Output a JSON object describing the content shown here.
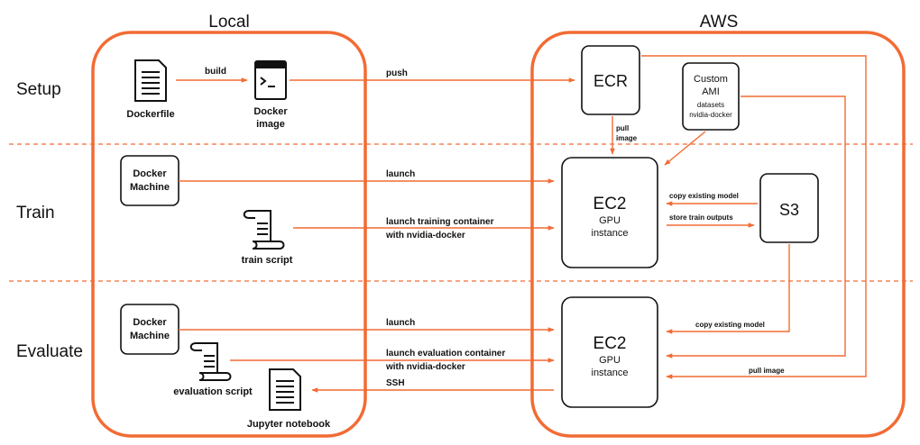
{
  "panels": {
    "local": "Local",
    "aws": "AWS"
  },
  "rows": {
    "setup": "Setup",
    "train": "Train",
    "evaluate": "Evaluate"
  },
  "local": {
    "dockerfile": "Dockerfile",
    "docker_image_l1": "Docker",
    "docker_image_l2": "image",
    "docker_machine_train_l1": "Docker",
    "docker_machine_train_l2": "Machine",
    "train_script": "train script",
    "docker_machine_eval_l1": "Docker",
    "docker_machine_eval_l2": "Machine",
    "evaluation_script": "evaluation script",
    "jupyter_notebook": "Jupyter notebook"
  },
  "aws": {
    "ecr": "ECR",
    "ami_l1": "Custom",
    "ami_l2": "AMI",
    "ami_l3": "datasets",
    "ami_l4": "nvidia-docker",
    "ec2_train": "EC2",
    "ec2_train_gpu": "GPU",
    "ec2_train_instance": "instance",
    "s3": "S3",
    "ec2_eval": "EC2",
    "ec2_eval_gpu": "GPU",
    "ec2_eval_instance": "instance"
  },
  "arrows": {
    "build": "build",
    "push": "push",
    "pull_image_l1": "pull",
    "pull_image_l2": "image",
    "launch_train": "launch",
    "launch_training_l1": "launch training container",
    "launch_training_l2": "with nvidia-docker",
    "copy_existing_model_train": "copy existing model",
    "store_train_outputs": "store train outputs",
    "launch_eval": "launch",
    "launch_evaluation_l1": "launch evaluation container",
    "launch_evaluation_l2": "with nvidia-docker",
    "copy_existing_model_eval": "copy existing model",
    "pull_image_eval": "pull image",
    "ssh": "SSH"
  },
  "colors": {
    "accent": "#f26b34",
    "ink": "#111111"
  }
}
